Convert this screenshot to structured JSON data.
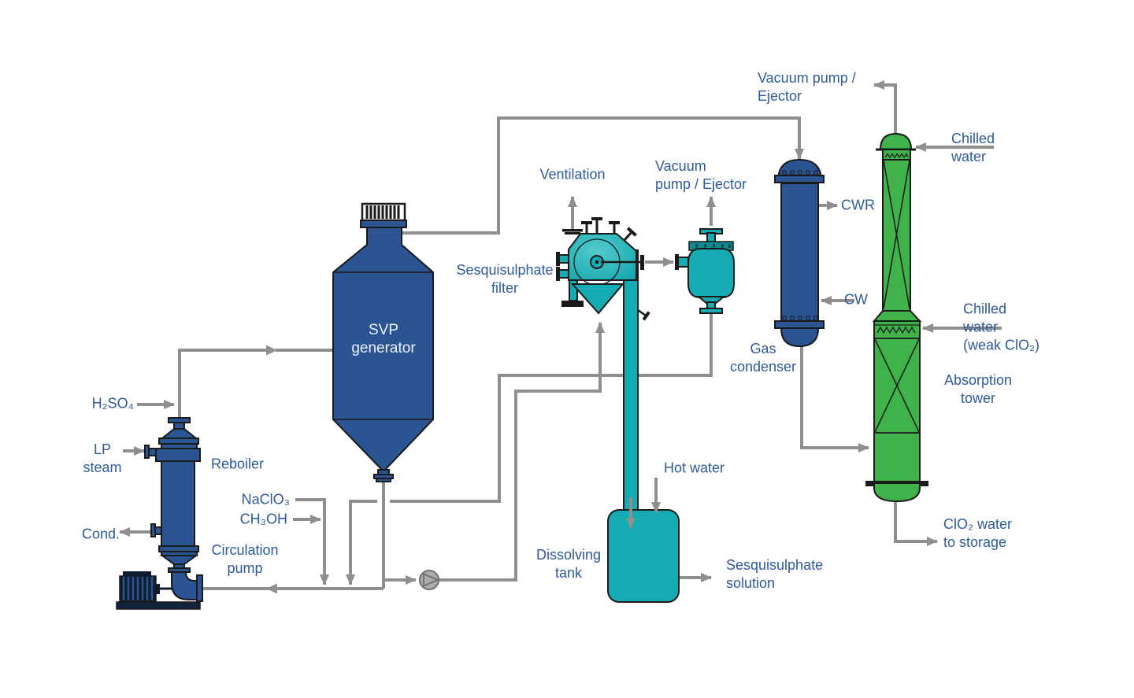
{
  "title": "SVP chlorine dioxide generation process flow diagram",
  "colors": {
    "vessel_blue": "#2A5492",
    "teal": "#14ACB2",
    "teal_dark": "#0E8A90",
    "green": "#3FB24A",
    "pipe_gray": "#8F8F8F",
    "label_blue": "#2E5A9B",
    "outline": "#1A1A1A",
    "svp_text": "#ECF3FD"
  },
  "labels": {
    "h2so4": [
      "H₂SO₄"
    ],
    "lp_steam": [
      "LP",
      "steam"
    ],
    "cond": [
      "Cond."
    ],
    "reboiler": [
      "Reboiler"
    ],
    "naclo3": [
      "NaClO₃"
    ],
    "ch3oh": [
      "CH₃OH"
    ],
    "circulation_pump": [
      "Circulation",
      "pump"
    ],
    "svp_generator": [
      "SVP",
      "generator"
    ],
    "sesquisulphate_filter": [
      "Sesquisulphate",
      "filter"
    ],
    "ventilation": [
      "Ventilation"
    ],
    "vacuum_pump_ejector_filter": [
      "Vacuum",
      "pump / Ejector"
    ],
    "vacuum_pump_ejector_tower": [
      "Vacuum pump /",
      "Ejector"
    ],
    "hot_water": [
      "Hot water"
    ],
    "dissolving_tank": [
      "Dissolving",
      "tank"
    ],
    "sesquisulphate_solution": [
      "Sesquisulphate",
      "solution"
    ],
    "gas_condenser": [
      "Gas",
      "condenser"
    ],
    "cwr": [
      "CWR"
    ],
    "cw": [
      "CW"
    ],
    "chilled_water": [
      "Chilled",
      "water"
    ],
    "chilled_water_weak": [
      "Chilled",
      "water",
      "(weak ClO₂)"
    ],
    "absorption_tower": [
      "Absorption",
      "tower"
    ],
    "clo2_water_storage": [
      "ClO₂ water",
      "to storage"
    ]
  }
}
